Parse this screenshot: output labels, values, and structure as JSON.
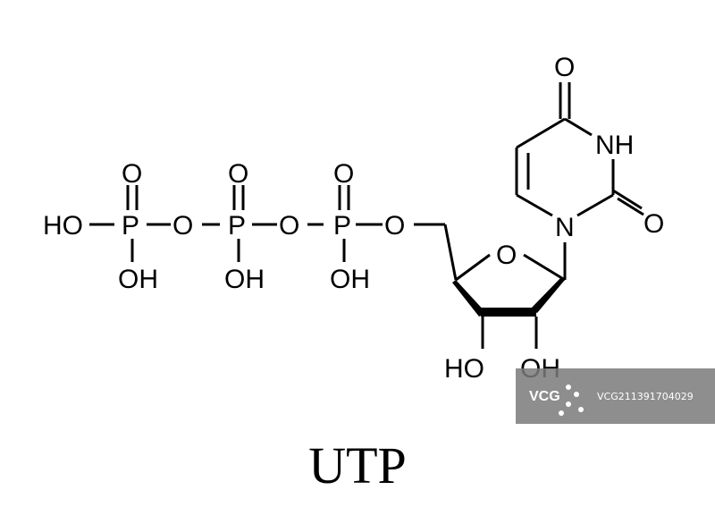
{
  "molecule": {
    "name": "UTP",
    "atoms": {
      "p1_ho": "HO",
      "p1_p": "P",
      "p1_o_top": "O",
      "p1_oh": "OH",
      "bridge_o1": "O",
      "p2_p": "P",
      "p2_o_top": "O",
      "p2_oh": "OH",
      "bridge_o2": "O",
      "p3_p": "P",
      "p3_o_top": "O",
      "p3_oh": "OH",
      "ester_o": "O",
      "ring_o": "O",
      "c3_oh": "HO",
      "c2_oh": "OH",
      "n1": "N",
      "n3_h": "NH",
      "c2_o": "O",
      "c4_o": "O"
    }
  },
  "watermark": {
    "logo": "VCG",
    "id_text": "VCG211391704029",
    "color": "#7a7a7a"
  }
}
